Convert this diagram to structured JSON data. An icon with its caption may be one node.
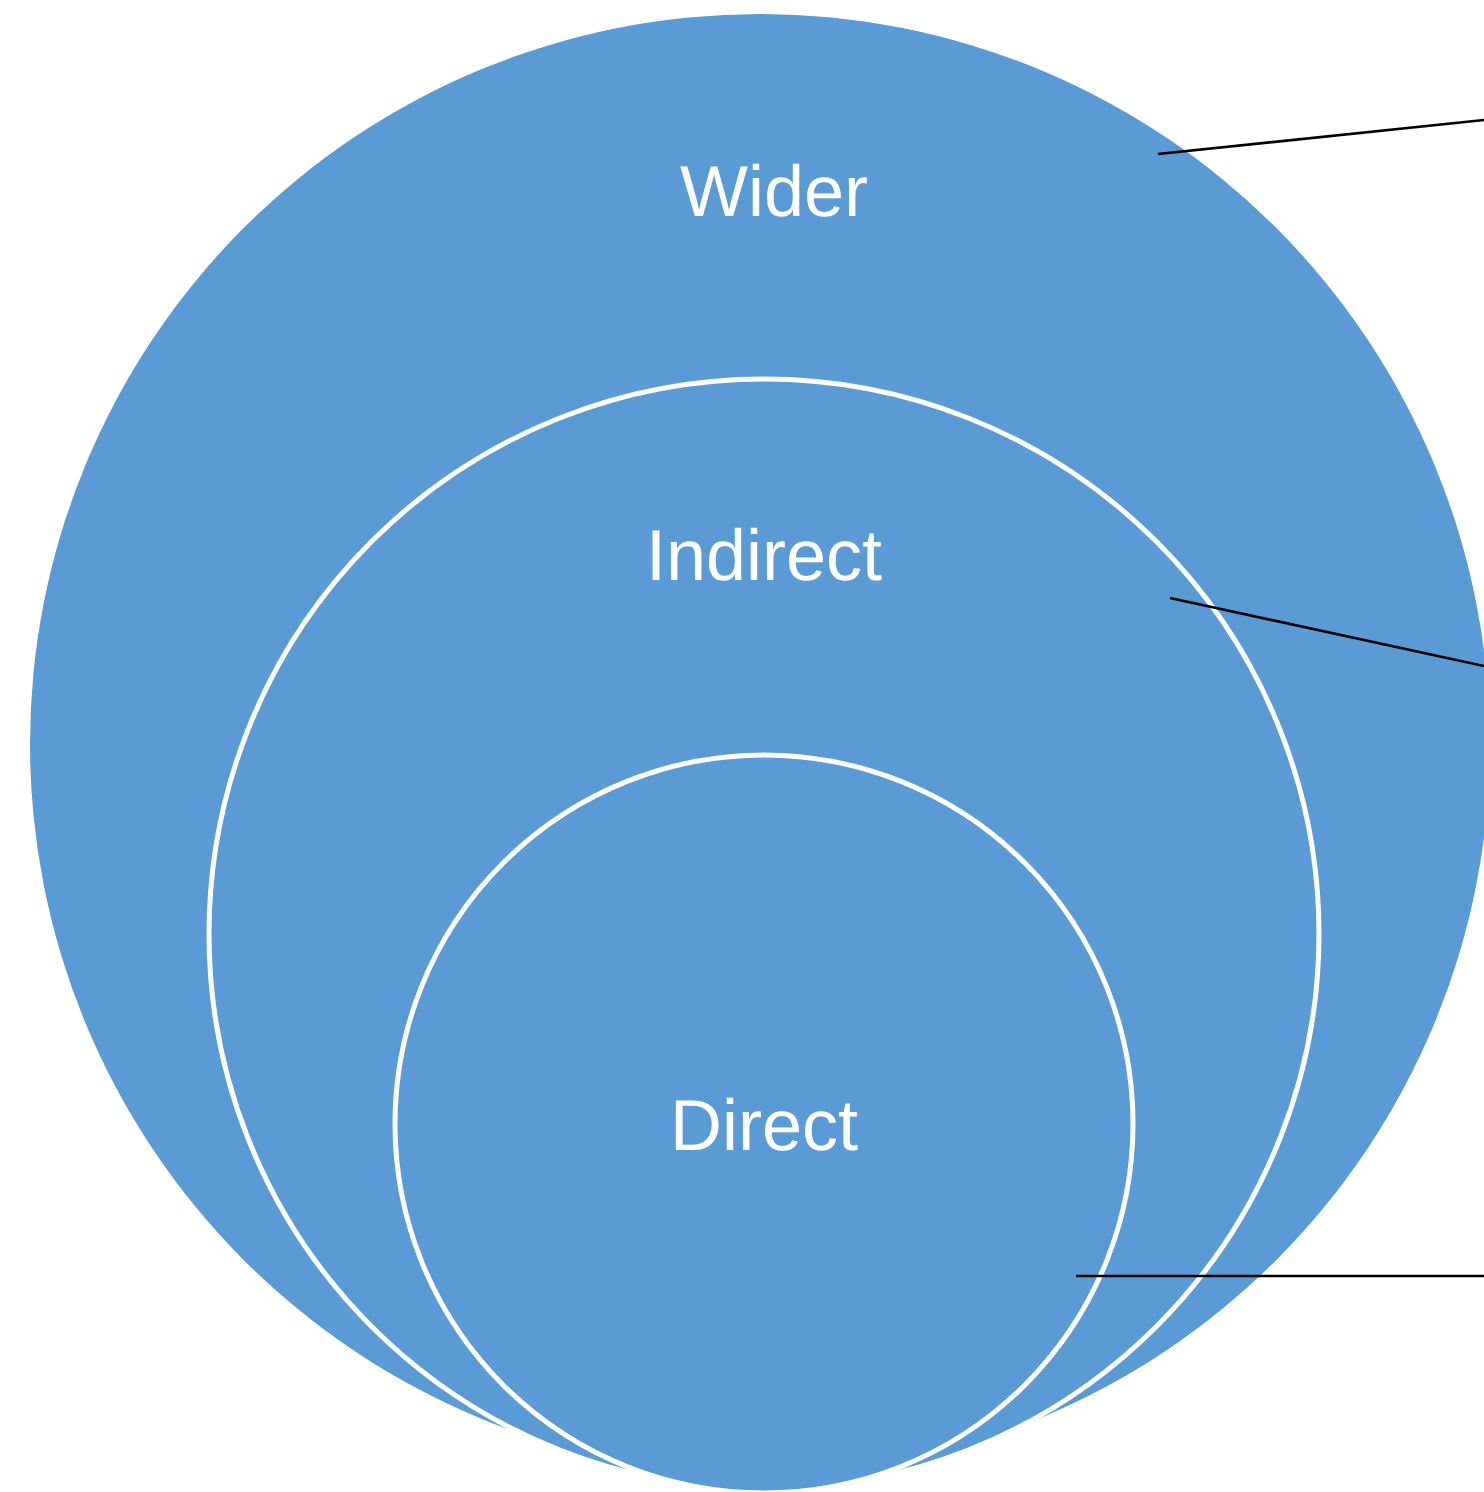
{
  "diagram": {
    "nodes": [
      {
        "text": [
          "Wider"
        ]
      },
      {
        "text": [
          "Indirect"
        ],
        "in": 0
      },
      {
        "text": [
          "Direct"
        ],
        "in": 1
      }
    ],
    "edges": [
      {
        "from": 0,
        "to": null,
        "arrow": "none"
      },
      {
        "from": 1,
        "to": null,
        "arrow": "none"
      },
      {
        "from": 2,
        "to": null,
        "arrow": "none"
      }
    ]
  }
}
